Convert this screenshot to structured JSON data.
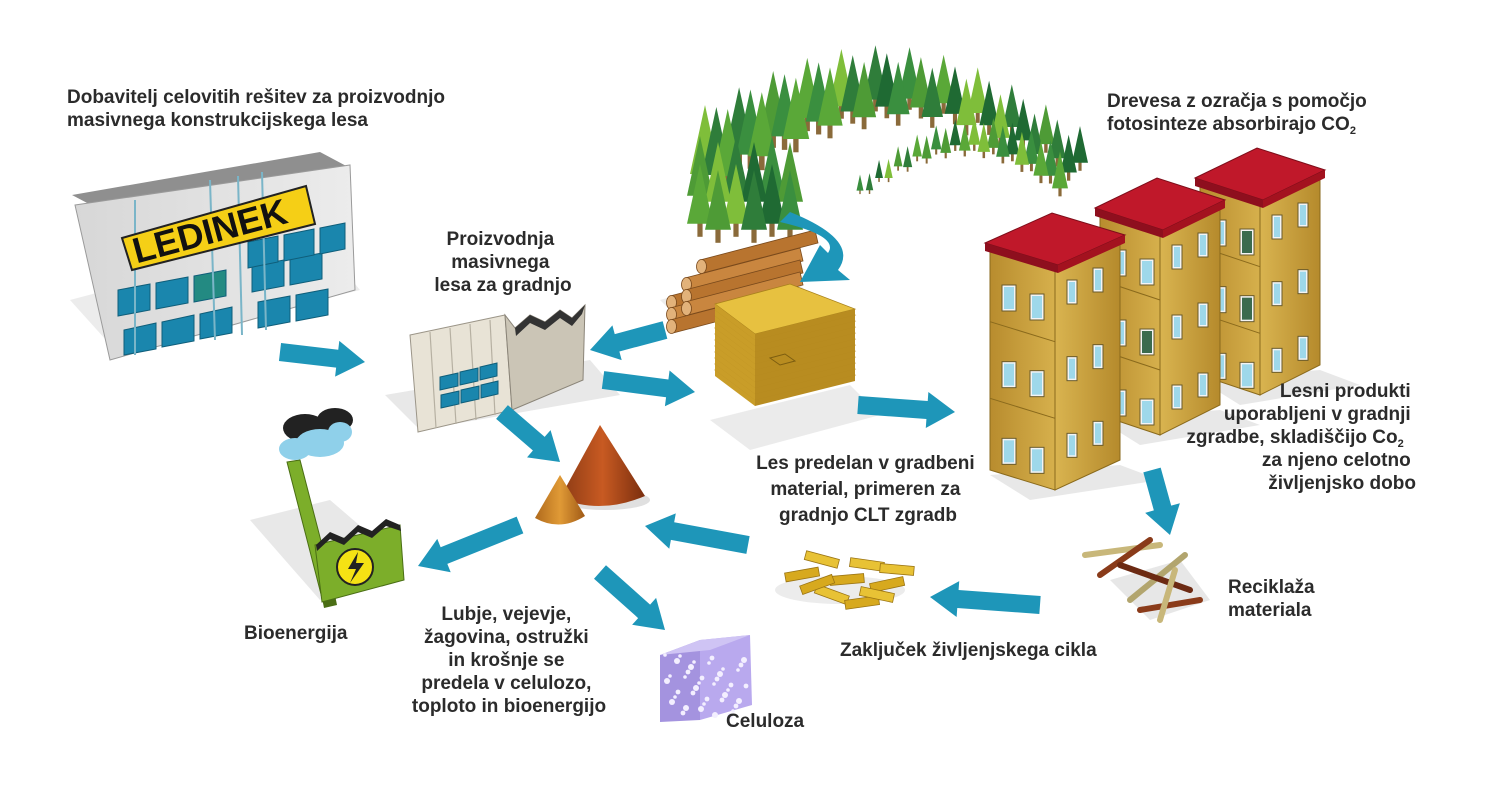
{
  "company_logo": "LEDINEK",
  "labels": {
    "supplier": [
      "Dobavitelj celovitih rešitev za proizvodnjo",
      "masivnega konstrukcijskega lesa"
    ],
    "trees": [
      "Drevesa z ozračja s pomočjo",
      "fotosinteze absorbirajo CO"
    ],
    "trees_sub": "2",
    "production": [
      "Proizvodnja",
      "masivnega",
      "lesa za gradnjo"
    ],
    "processed": [
      "Les predelan v gradbeni",
      "material, primeren za",
      "gradnjo CLT zgradb"
    ],
    "building": [
      "Lesni produkti",
      "uporabljeni v gradnji",
      "zgradbe, skladiščijo Co",
      "za njeno celotno",
      "življenjsko dobo"
    ],
    "building_sub": "2",
    "recycling": [
      "Reciklaža",
      "materiala"
    ],
    "end_of_life": "Zaključek življenjskega cikla",
    "bioenergy": "Bioenergija",
    "byproducts": [
      "Lubje, vejevje,",
      "žagovina, ostružki",
      "in krošnje se",
      "predela v celulozo,",
      "toploto in bioenergijo"
    ],
    "cellulose": "Celuloza"
  },
  "colors": {
    "arrow": "#1e96b9",
    "roof": "#c0182a",
    "wood": "#c9a23e",
    "logo_yellow": "#f5cf16",
    "plant_green": "#7cae2a",
    "window_blue": "#2a86b0"
  }
}
